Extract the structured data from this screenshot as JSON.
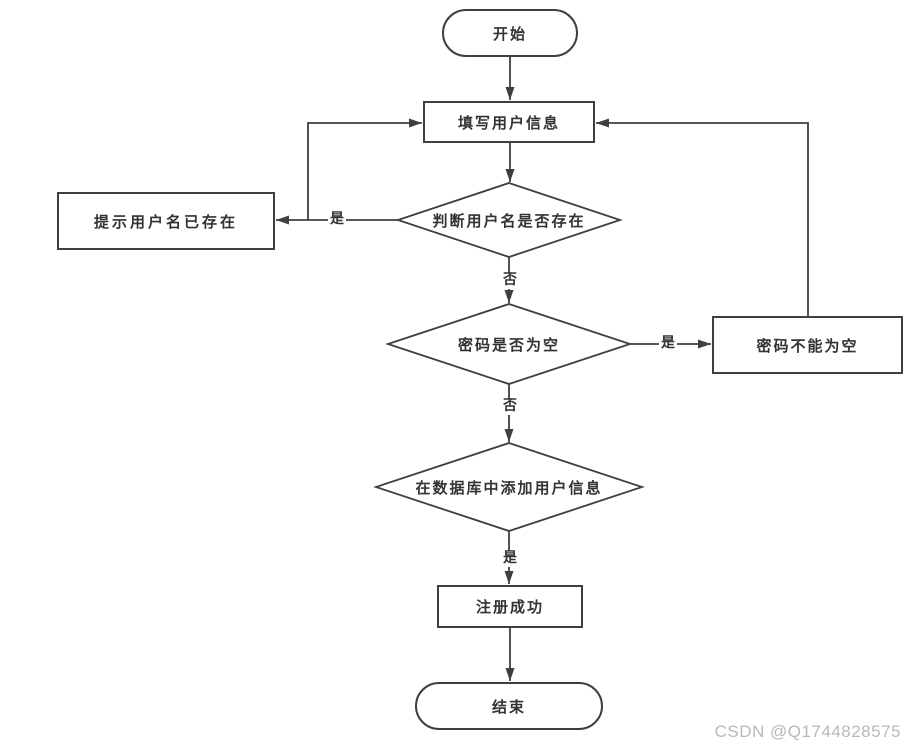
{
  "flowchart": {
    "nodes": {
      "start": {
        "label": "开始",
        "shape": "terminator"
      },
      "fill_user_info": {
        "label": "填写用户信息",
        "shape": "process"
      },
      "check_username_exists": {
        "label": "判断用户名是否存在",
        "shape": "decision"
      },
      "prompt_username_exists": {
        "label": "提示用户名已存在",
        "shape": "process"
      },
      "check_password_empty": {
        "label": "密码是否为空",
        "shape": "decision"
      },
      "password_cannot_be_empty": {
        "label": "密码不能为空",
        "shape": "process"
      },
      "add_user_info_to_database": {
        "label": "在数据库中添加用户信息",
        "shape": "decision"
      },
      "register_success": {
        "label": "注册成功",
        "shape": "process"
      },
      "end": {
        "label": "结束",
        "shape": "terminator"
      }
    },
    "edge_labels": {
      "check_username_yes": "是",
      "check_username_no": "否",
      "check_password_yes": "是",
      "check_password_no": "否",
      "add_user_yes": "是"
    },
    "colors": {
      "line": "#3f3f3f",
      "node_border": "#3f3f3f",
      "node_fill": "#ffffff",
      "text": "#333333"
    }
  },
  "watermark": {
    "text": "CSDN @Q1744828575",
    "color": "#b9b9b9"
  }
}
